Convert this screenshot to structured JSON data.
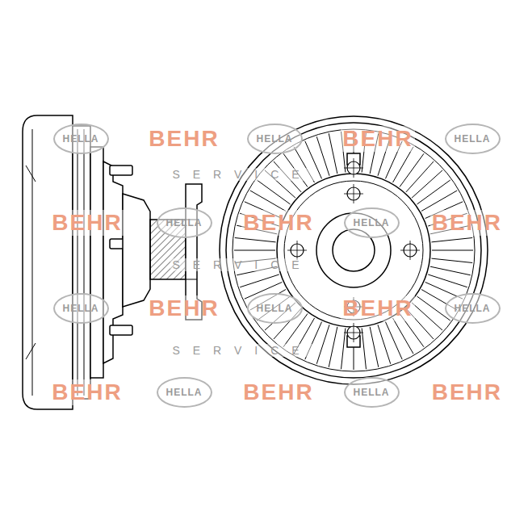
{
  "diagram": {
    "nodes": [
      {
        "text": [
          "HELLA"
        ]
      },
      {
        "text": [
          "HELLA"
        ]
      },
      {
        "text": [
          "HELLA"
        ]
      },
      {
        "text": [
          "HELLA"
        ]
      },
      {
        "text": [
          "HELLA"
        ]
      },
      {
        "text": [
          "HELLA"
        ]
      },
      {
        "text": [
          "HELLA"
        ]
      },
      {
        "text": [
          "HELLA"
        ]
      },
      {
        "text": [
          "HELLA"
        ]
      },
      {
        "text": [
          "HELLA"
        ]
      }
    ],
    "labels": [
      "BEHR",
      "BEHR",
      "SERVICE",
      "BEHR",
      "BEHR",
      "BEHR",
      "SERVICE",
      "BEHR",
      "BEHR",
      "SERVICE",
      "BEHR",
      "BEHR",
      "BEHR"
    ]
  }
}
